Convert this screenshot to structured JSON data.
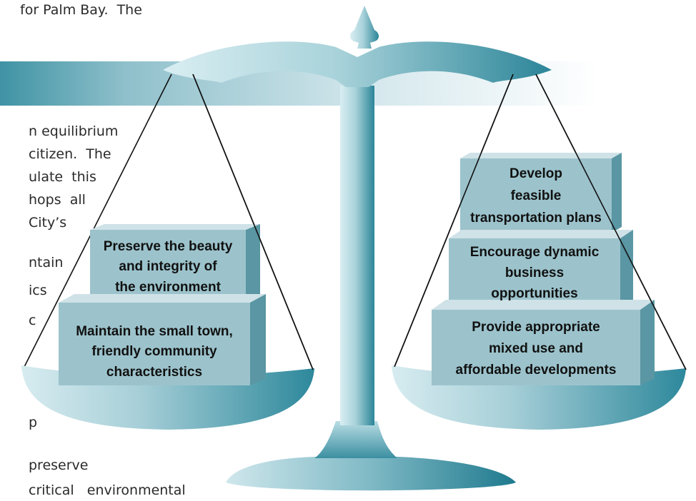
{
  "background_text": [
    "for Palm Bay.  The",
    "n equilibrium",
    "citizen.  The",
    "ulate  this",
    "hops  all",
    "City’s",
    "ntain",
    "ics",
    "c",
    "p",
    "preserve",
    "critical   environmental"
  ],
  "left_pan": {
    "boxes": [
      {
        "lines": [
          "Preserve the beauty",
          "and integrity of",
          "the environment"
        ]
      },
      {
        "lines": [
          "Maintain the small town,",
          "friendly  community",
          "characteristics"
        ]
      }
    ]
  },
  "right_pan": {
    "boxes": [
      {
        "lines": [
          "Develop",
          "feasible",
          "transportation plans"
        ]
      },
      {
        "lines": [
          "Encourage dynamic",
          "business",
          "opportunities"
        ]
      },
      {
        "lines": [
          "Provide appropriate",
          "mixed use and",
          "affordable developments"
        ]
      }
    ]
  },
  "colors": {
    "scale_dark": "#2b8598",
    "scale_light": "#cfe7ec",
    "box_front": "#9cc3cc",
    "box_top": "#cfe2e7",
    "box_side": "#5a96a3"
  }
}
